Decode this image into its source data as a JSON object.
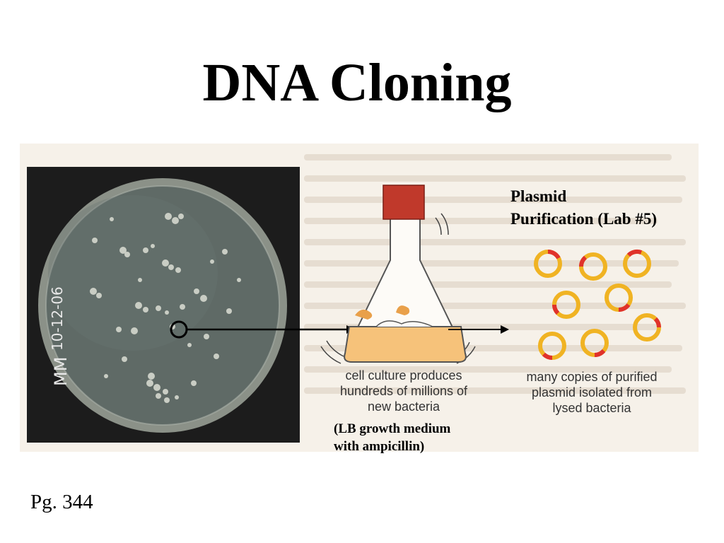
{
  "slide": {
    "title": "DNA Cloning",
    "page_ref": "Pg. 344"
  },
  "plate": {
    "label": "10-12-06",
    "initials": "MM"
  },
  "culture": {
    "caption_lines": [
      "cell culture produces",
      "hundreds of millions of",
      "new bacteria"
    ]
  },
  "plasmid": {
    "heading_lines": [
      "Plasmid",
      "Purification (Lab #5)"
    ],
    "caption_lines": [
      "many copies of purified",
      "plasmid isolated from",
      "lysed bacteria"
    ]
  },
  "medium": {
    "lines": [
      "(LB growth medium",
      "with ampicillin)"
    ]
  },
  "colors": {
    "stopper": "#c0392b",
    "culture": "#f6c27a",
    "plasmid_ring": "#f0b323",
    "insert": "#e0322b",
    "plate_bg": "#1c1c1c"
  },
  "icons": [
    "petri-dish-photo",
    "erlenmeyer-flask-icon",
    "plasmid-ring-icon",
    "arrow-right-icon"
  ]
}
